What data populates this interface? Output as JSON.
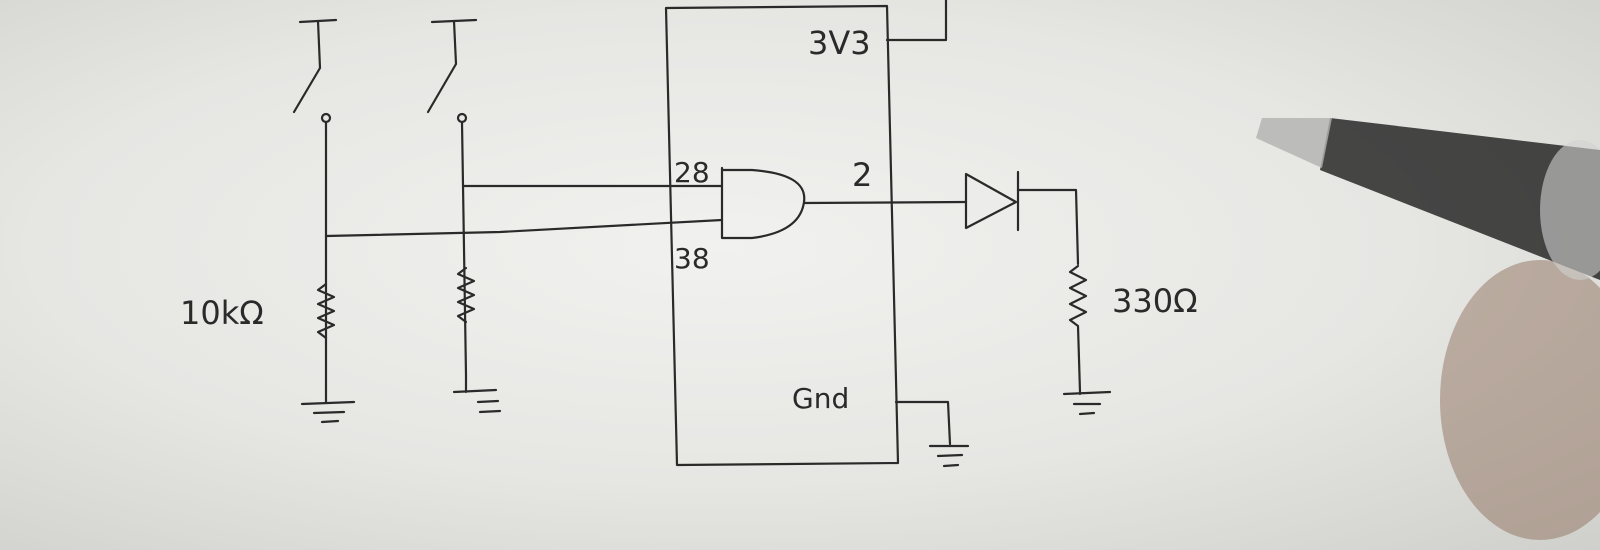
{
  "labels": {
    "vcc": "3V3",
    "pin_a": "28",
    "pin_b": "38",
    "pin_out": "2",
    "gnd": "Gnd",
    "r1": "10kΩ",
    "r3": "330Ω"
  },
  "colors": {
    "ink": "#2a2a2a",
    "paper": "#efefed",
    "pen_body": "#141414"
  }
}
